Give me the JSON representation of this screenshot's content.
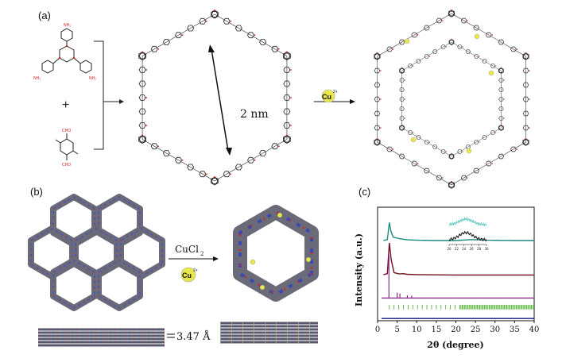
{
  "panels": {
    "a": {
      "label": "(a)"
    },
    "b": {
      "label": "(b)"
    },
    "c": {
      "label": "(c)"
    }
  },
  "panel_a": {
    "pore_size": "2 nm",
    "metal_base": "Cu",
    "metal_charge": "2+",
    "plus_sign": "+",
    "amine_label": "NH₂",
    "aldehyde_label": "CHO"
  },
  "panel_b": {
    "reagent_base": "CuCl",
    "reagent_sub": "2",
    "metal_base": "Cu",
    "metal_charge": "2+",
    "stacking": "3.47 Å"
  },
  "colors": {
    "nitrogen": "#d42020",
    "framework": "#222222",
    "cu_ion": "#e8e84a",
    "teal": "#1a8a80",
    "maroon": "#6e1020",
    "purple": "#8a2a8a",
    "green": "#44aa22",
    "navy": "#1a1a80"
  },
  "chart_data": {
    "type": "line",
    "xlabel": "2θ (degree)",
    "ylabel": "Intensity (a.u.)",
    "xlim": [
      0,
      40
    ],
    "xticks": [
      0,
      5,
      10,
      15,
      20,
      25,
      30,
      35,
      40
    ],
    "series": [
      {
        "color": "#1a8a80",
        "offset": 0.7,
        "points": [
          [
            1.5,
            0.02
          ],
          [
            2.5,
            0.05
          ],
          [
            3.0,
            0.55
          ],
          [
            3.4,
            0.3
          ],
          [
            4.0,
            0.12
          ],
          [
            5.5,
            0.08
          ],
          [
            6.5,
            0.06
          ],
          [
            8,
            0.04
          ],
          [
            10,
            0.03
          ],
          [
            15,
            0.02
          ],
          [
            20,
            0.02
          ],
          [
            24,
            0.05
          ],
          [
            28,
            0.03
          ],
          [
            35,
            0.02
          ],
          [
            40,
            0.02
          ]
        ]
      },
      {
        "color": "#6e1020",
        "offset": 0.4,
        "points": [
          [
            1.5,
            0.02
          ],
          [
            2.5,
            0.05
          ],
          [
            3.0,
            0.95
          ],
          [
            3.5,
            0.45
          ],
          [
            4.2,
            0.08
          ],
          [
            5.5,
            0.04
          ],
          [
            6.5,
            0.05
          ],
          [
            7.5,
            0.03
          ],
          [
            10,
            0.02
          ],
          [
            20,
            0.01
          ],
          [
            40,
            0.01
          ]
        ]
      },
      {
        "color": "#8a2a8a",
        "offset": 0.2,
        "sticks": [
          [
            2.9,
            0.95
          ],
          [
            5.0,
            0.12
          ],
          [
            5.7,
            0.1
          ],
          [
            7.6,
            0.06
          ],
          [
            8.7,
            0.05
          ]
        ]
      },
      {
        "color": "#44aa22",
        "offset": 0.1,
        "ticks_from": 3,
        "ticks_to": 40
      },
      {
        "color": "#1a1a80",
        "offset": 0.02,
        "flat": true
      }
    ],
    "inset": {
      "xticks": [
        20,
        22,
        24,
        26,
        28,
        30
      ]
    }
  }
}
